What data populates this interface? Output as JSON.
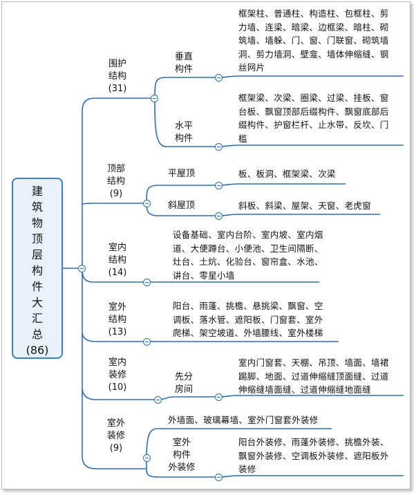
{
  "root": {
    "chars": [
      "建",
      "筑",
      "物",
      "顶",
      "层",
      "构",
      "件",
      "大",
      "汇",
      "总"
    ],
    "count": "(86)"
  },
  "branches": {
    "b1": {
      "name": [
        "围护",
        "结构"
      ],
      "count": "(31)"
    },
    "b2": {
      "name": [
        "顶部",
        "结构"
      ],
      "count": "(9)"
    },
    "b3": {
      "name": [
        "室内",
        "结构"
      ],
      "count": "(14)"
    },
    "b4": {
      "name": [
        "室外",
        "结构"
      ],
      "count": "(13)"
    },
    "b5": {
      "name": [
        "室内",
        "装修"
      ],
      "count": "(10)"
    },
    "b6": {
      "name": [
        "室外",
        "装修"
      ],
      "count": "(9)"
    }
  },
  "subs": {
    "vertical": [
      "垂直",
      "构件"
    ],
    "horizontal": [
      "水平",
      "构件"
    ],
    "flat_roof": "平屋顶",
    "slope_roof": "斜屋顶",
    "rooms": [
      "先分",
      "房间"
    ],
    "ext_parts": [
      "室外",
      "构件",
      "外装修"
    ]
  },
  "leaves": {
    "vertical": [
      "框架柱、普通柱、构造柱、包框柱、剪",
      "力墙、连梁、暗梁、边框梁、暗柱、砌",
      "筑墙、墙躲、门、窗、门联窗、砌筑墙",
      "洞、剪力墙洞、壁龛、墙体伸缩缝、钢",
      "丝网片"
    ],
    "horizontal": [
      "框架梁、次梁、圈梁、过梁、挂板、窗",
      "台板、飘窗顶部后缀构件、飘窗底部后",
      "缀构件、护窗栏杆、止水带、反坎、门",
      "槛"
    ],
    "flat_roof": "板、板洞、框架梁、次梁",
    "slope_roof": "斜板、斜梁、屋架、天窗、老虎窗",
    "indoor_struct": [
      "设备基础、室内台阶、室内坡、室内烟",
      "道、大便蹲台、小便池、卫生间隔断、",
      "灶台、土炕、化验台、窗帘盒、水池、",
      "讲台、零星小墙"
    ],
    "outdoor_struct": [
      "阳台、雨蓬、挑檐、悬挑梁、飘窗、空",
      "调板、落水管、遮阳板、门窗套、室外",
      "爬梯、架空坡道、外墙腰线、室外楼梯"
    ],
    "indoor_deco": [
      "室内门窗套、天棚、吊顶、墙面、墙裙",
      "踢脚、地面、过道伸缩缝顶面缝、过道",
      "伸缩缝墙面缝、过道伸缩缝地面缝"
    ],
    "outdoor_deco_direct": "外墙面、玻璃幕墙、室外门窗套外装修",
    "outdoor_deco_parts": [
      "阳台外装修、雨蓬外装修、挑檐外装、",
      "飘窗外装修、空调板外装修、遮阳板外",
      "装修"
    ]
  },
  "colors": {
    "line": "#2b6db5",
    "root_fill": "#e9f1fa",
    "root_border": "#3d7fc1"
  }
}
